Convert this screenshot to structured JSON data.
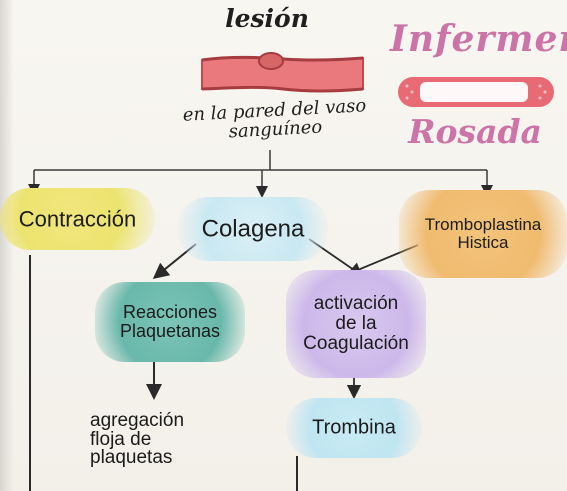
{
  "diagram": {
    "title": "lesión",
    "subtitle": "en la pared del vaso sanguíneo",
    "brand_top": "Infermera",
    "brand_bottom": "Rosada",
    "nodes": {
      "contraccion": "Contracción",
      "colagena": "Colagena",
      "tromboplastina_line1": "Tromboplastina",
      "tromboplastina_line2": "Histica",
      "reacciones_line1": "Reacciones",
      "reacciones_line2": "Plaquetanas",
      "activacion_line1": "activación",
      "activacion_line2": "de la",
      "activacion_line3": "Coagulación",
      "trombina": "Trombina",
      "agregacion_line1": "agregación",
      "agregacion_line2": "floja de",
      "agregacion_line3": "plaquetas"
    },
    "colors": {
      "brand": "#cc74a8",
      "vessel": "#e9797d",
      "vessel_edge": "#c44a4f",
      "lesion": "#d56566",
      "contraccion": "#ece36f",
      "colagena": "#c9e8f2",
      "tromboplastina": "#efbb6f",
      "reacciones": "#69b8ab",
      "activacion": "#cdb8ea",
      "trombina": "#bfe5f1",
      "bandaid": "#e86a75"
    }
  }
}
